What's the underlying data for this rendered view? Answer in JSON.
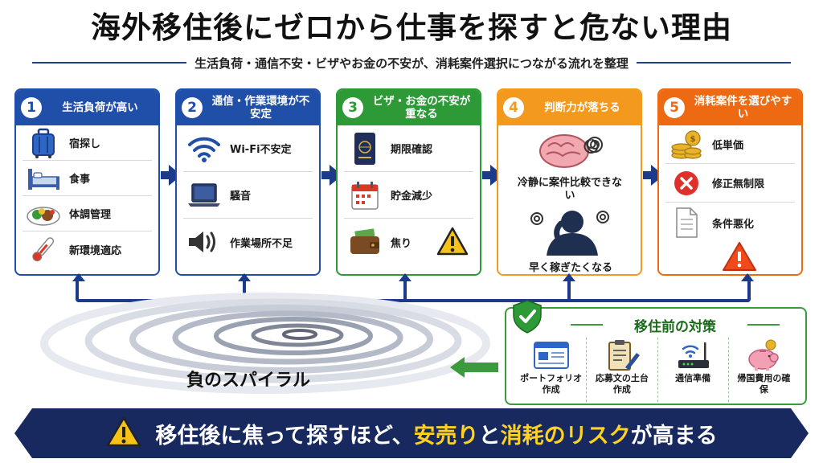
{
  "title": "海外移住後にゼロから仕事を探すと危ない理由",
  "subtitle": "生活負荷・通信不安・ビザやお金の不安が、消耗案件選択につながる流れを整理",
  "colors": {
    "card1": "#1f4fa8",
    "card2": "#1f4fa8",
    "card3": "#2e9a37",
    "card4": "#f39a1e",
    "card5": "#ee6a12",
    "arrow": "#1b3a8a",
    "green": "#3b9a3b",
    "banner": "#17295e",
    "highlight": "#ffd21f"
  },
  "cards": [
    {
      "number": "1",
      "heading": "生活負荷が高い",
      "items": [
        {
          "label": "宿探し",
          "icon": "suitcase-icon"
        },
        {
          "label": "食事",
          "icon": "bed-icon"
        },
        {
          "label": "体調管理",
          "icon": "meal-plate-icon"
        },
        {
          "label": "新環境適応",
          "icon": "thermometer-icon"
        }
      ]
    },
    {
      "number": "2",
      "heading": "通信・作業環境が不安定",
      "items": [
        {
          "label": "Wi-Fi不安定",
          "icon": "wifi-icon"
        },
        {
          "label": "騒音",
          "icon": "laptop-icon"
        },
        {
          "label": "作業場所不足",
          "icon": "speaker-icon"
        }
      ]
    },
    {
      "number": "3",
      "heading": "ビザ・お金の不安が重なる",
      "items": [
        {
          "label": "期限確認",
          "icon": "passport-icon"
        },
        {
          "label": "貯金減少",
          "icon": "calendar-icon"
        },
        {
          "label": "焦り",
          "icon": "wallet-icon"
        }
      ]
    },
    {
      "number": "4",
      "heading": "判断力が落ちる",
      "items": [
        {
          "label": "冷静に案件比較できない",
          "icon": "brain-icon"
        },
        {
          "label": "早く稼ぎたくなる",
          "icon": "stressed-person-icon"
        }
      ]
    },
    {
      "number": "5",
      "heading": "消耗案件を選びやすい",
      "items": [
        {
          "label": "低単価",
          "icon": "coins-icon"
        },
        {
          "label": "修正無制限",
          "icon": "error-x-icon"
        },
        {
          "label": "条件悪化",
          "icon": "document-icon"
        }
      ]
    }
  ],
  "spiral_label": "負のスパイラル",
  "countermeasure": {
    "title": "移住前の対策",
    "items": [
      {
        "label": "ポートフォリオ作成",
        "icon": "portfolio-icon"
      },
      {
        "label": "応募文の土台作成",
        "icon": "clipboard-pen-icon"
      },
      {
        "label": "通信準備",
        "icon": "router-icon"
      },
      {
        "label": "帰国費用の確保",
        "icon": "piggy-bank-icon"
      }
    ]
  },
  "banner": {
    "part1": "移住後に焦って探すほど、",
    "hl1": "安売り",
    "part2": "と",
    "hl2": "消耗のリスク",
    "part3": "が高まる"
  }
}
